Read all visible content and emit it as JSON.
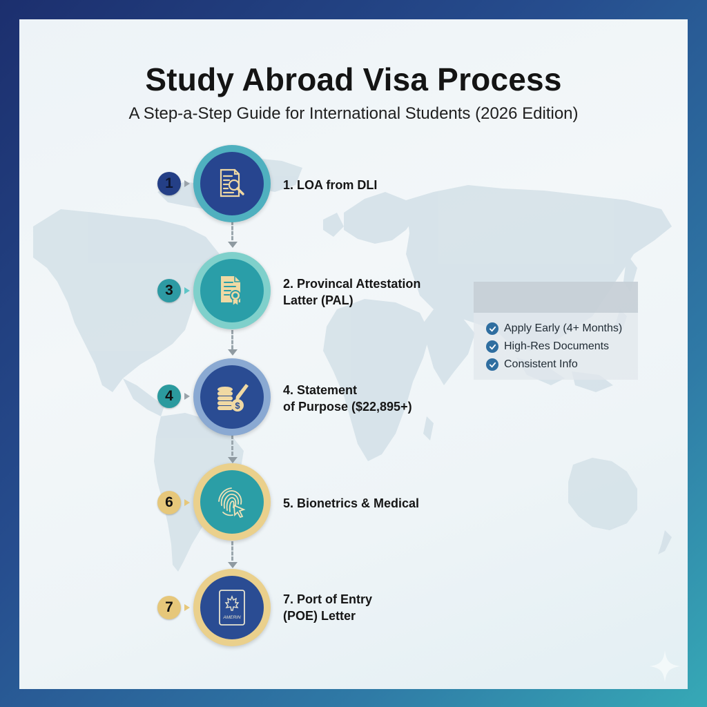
{
  "header": {
    "title": "Study Abroad Visa Process",
    "subtitle": "A Step-a-Step Guide for International Students (2026 Edition)"
  },
  "steps": [
    {
      "badge": "1",
      "label_line1": "1. LOA from DLI",
      "label_line2": "",
      "icon": "document-search-icon",
      "badge_color": "#243f86",
      "ring_color": "#4fb0bf",
      "core_color": "#27458f"
    },
    {
      "badge": "3",
      "label_line1": "2. Provincal Attestation",
      "label_line2": "Latter (PAL)",
      "icon": "certificate-document-icon",
      "badge_color": "#2d9aa3",
      "ring_color": "#7fd0cb",
      "core_color": "#2a9ea8"
    },
    {
      "badge": "4",
      "label_line1": "4. Statement",
      "label_line2": "of Purpose ($22,895+)",
      "icon": "coins-pen-icon",
      "badge_color": "#2b9a9e",
      "ring_color": "#8aa9d2",
      "core_color": "#2a4c93"
    },
    {
      "badge": "6",
      "label_line1": "5. Bionetrics & Medical",
      "label_line2": "",
      "icon": "fingerprint-cursor-icon",
      "badge_color": "#e6c77a",
      "ring_color": "#ead08c",
      "core_color": "#2b9ea6"
    },
    {
      "badge": "7",
      "label_line1": "7. Port of Entry",
      "label_line2": "(POE) Letter",
      "icon": "passport-maple-leaf-icon",
      "passport_text": "AMERIN",
      "badge_color": "#e6c77a",
      "ring_color": "#ead08c",
      "core_color": "#2a4c93"
    }
  ],
  "tips": {
    "header": "",
    "items": [
      "Apply Early (4+ Months)",
      "High-Res Documents",
      "Consistent Info"
    ]
  },
  "colors": {
    "frame_navy": "#1c2f6e",
    "frame_teal": "#36a9b6",
    "icon_gold": "#f0d9a3",
    "check_blue": "#2f6ea0"
  }
}
